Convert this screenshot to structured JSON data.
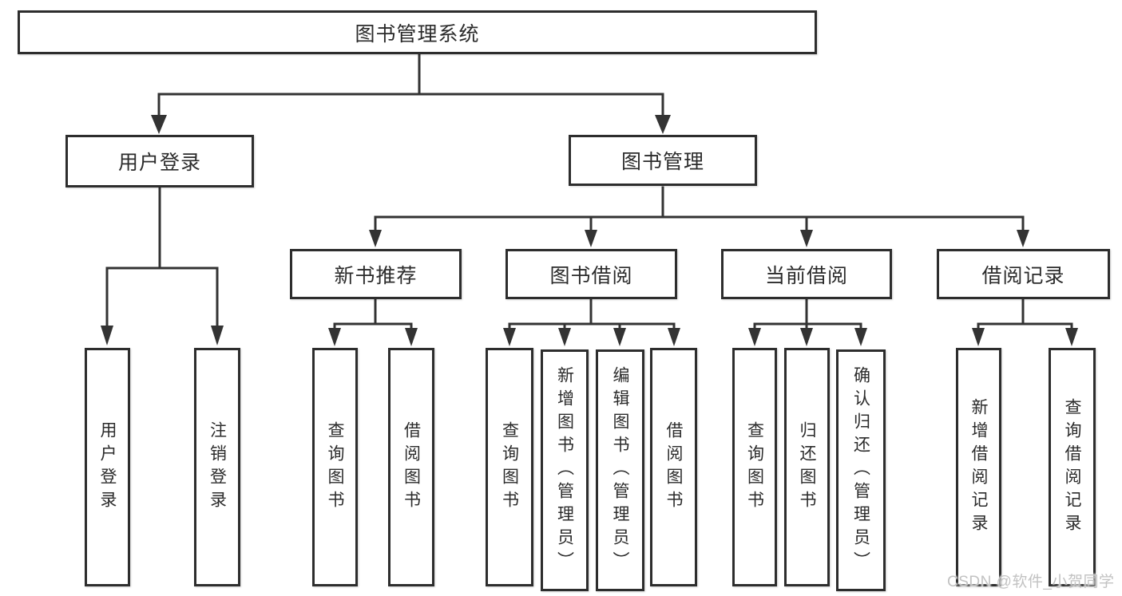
{
  "diagram_title": "图书管理系统",
  "colors": {
    "line": "#333333",
    "box_border": "#2d2d2d",
    "text": "#2b2b2b",
    "watermark": "#c2c2c2",
    "background": "#ffffff"
  },
  "tree": {
    "label": "图书管理系统",
    "children": [
      {
        "label": "用户登录",
        "children": [
          {
            "label": "用户登录"
          },
          {
            "label": "注销登录"
          }
        ]
      },
      {
        "label": "图书管理",
        "children": [
          {
            "label": "新书推荐",
            "children": [
              {
                "label": "查询图书"
              },
              {
                "label": "借阅图书"
              }
            ]
          },
          {
            "label": "图书借阅",
            "children": [
              {
                "label": "查询图书"
              },
              {
                "label": "新增图书（管理员）"
              },
              {
                "label": "编辑图书（管理员）"
              },
              {
                "label": "借阅图书"
              }
            ]
          },
          {
            "label": "当前借阅",
            "children": [
              {
                "label": "查询图书"
              },
              {
                "label": "归还图书"
              },
              {
                "label": "确认归还（管理员）"
              }
            ]
          },
          {
            "label": "借阅记录",
            "children": [
              {
                "label": "新增借阅记录"
              },
              {
                "label": "查询借阅记录"
              }
            ]
          }
        ]
      }
    ]
  },
  "watermark": {
    "text": "CSDN @软件_小贺同学"
  }
}
